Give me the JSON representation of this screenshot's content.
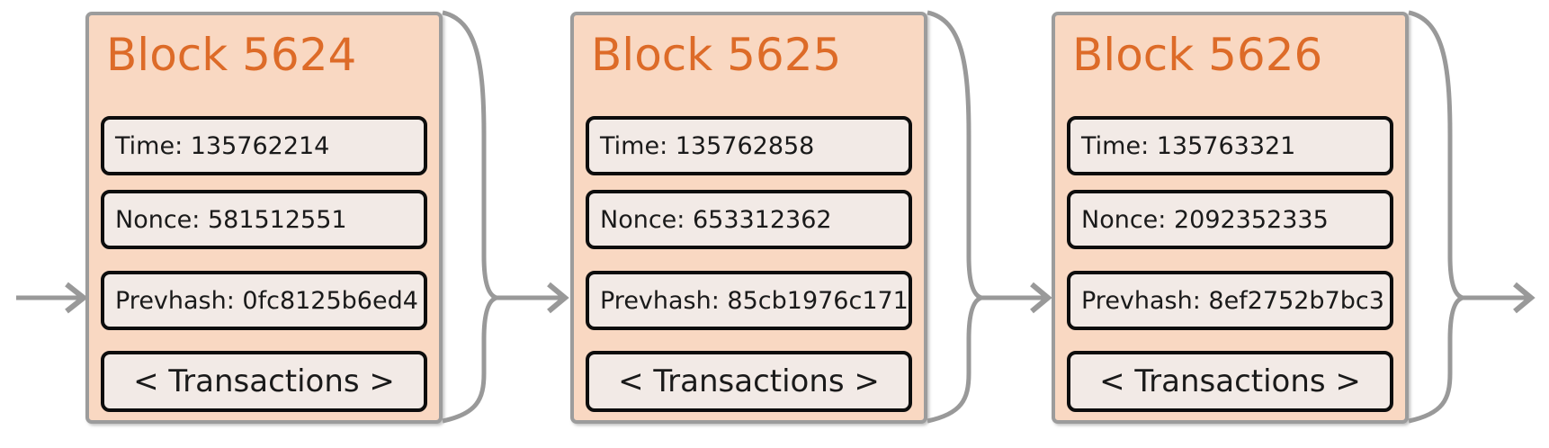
{
  "colors": {
    "background": "#ffffff",
    "block_fill": "#f9d8c2",
    "block_border": "#9c9c9c",
    "field_fill": "#f2eae6",
    "field_border": "#0d0d0d",
    "title_orange": "#dd6b28",
    "connector_gray": "#999999",
    "field_text": "#1a1a1a"
  },
  "icons": {
    "incoming_arrow": "arrow-right",
    "link_connector": "brace-with-arrow-right"
  },
  "blocks": [
    {
      "title": "Block 5624",
      "time": "Time: 135762214",
      "nonce": "Nonce: 581512551",
      "prevhash": "Prevhash: 0fc8125b6ed4",
      "transactions": "< Transactions >"
    },
    {
      "title": "Block 5625",
      "time": "Time: 135762858",
      "nonce": "Nonce: 653312362",
      "prevhash": "Prevhash: 85cb1976c171",
      "transactions": "< Transactions >"
    },
    {
      "title": "Block 5626",
      "time": "Time: 135763321",
      "nonce": "Nonce: 2092352335",
      "prevhash": "Prevhash: 8ef2752b7bc3",
      "transactions": "< Transactions >"
    }
  ]
}
